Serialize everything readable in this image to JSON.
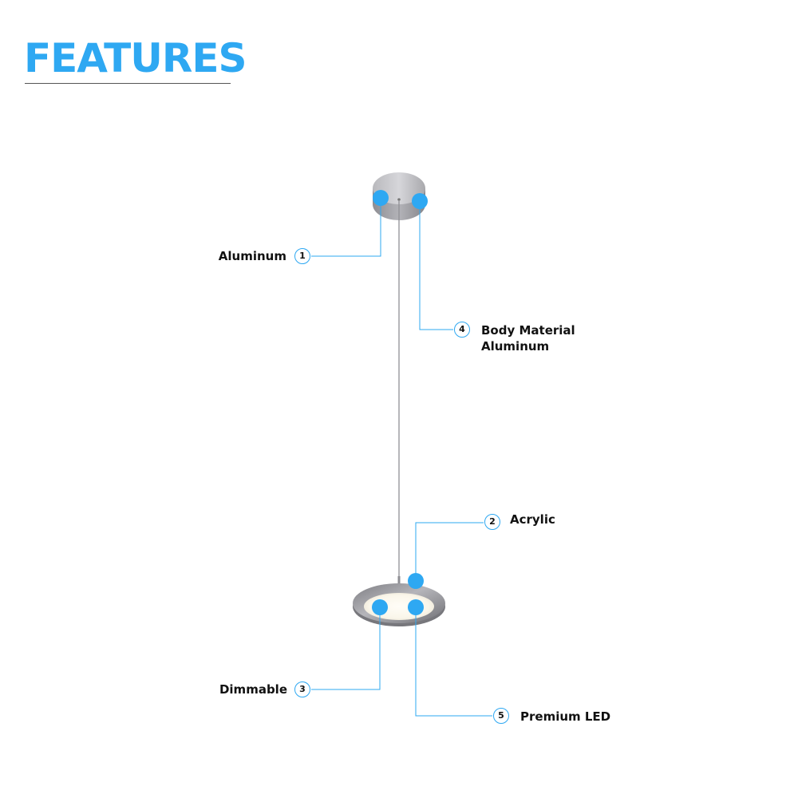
{
  "page": {
    "title": "FEATURES",
    "accent_color": "#2ea8f2"
  },
  "product": {
    "icon": "pendant-light-icon"
  },
  "features": [
    {
      "number": "1",
      "label": "Aluminum"
    },
    {
      "number": "2",
      "label": "Acrylic"
    },
    {
      "number": "3",
      "label": "Dimmable"
    },
    {
      "number": "4",
      "label_line1": "Body Material",
      "label_line2": "Aluminum"
    },
    {
      "number": "5",
      "label": "Premium LED"
    }
  ]
}
